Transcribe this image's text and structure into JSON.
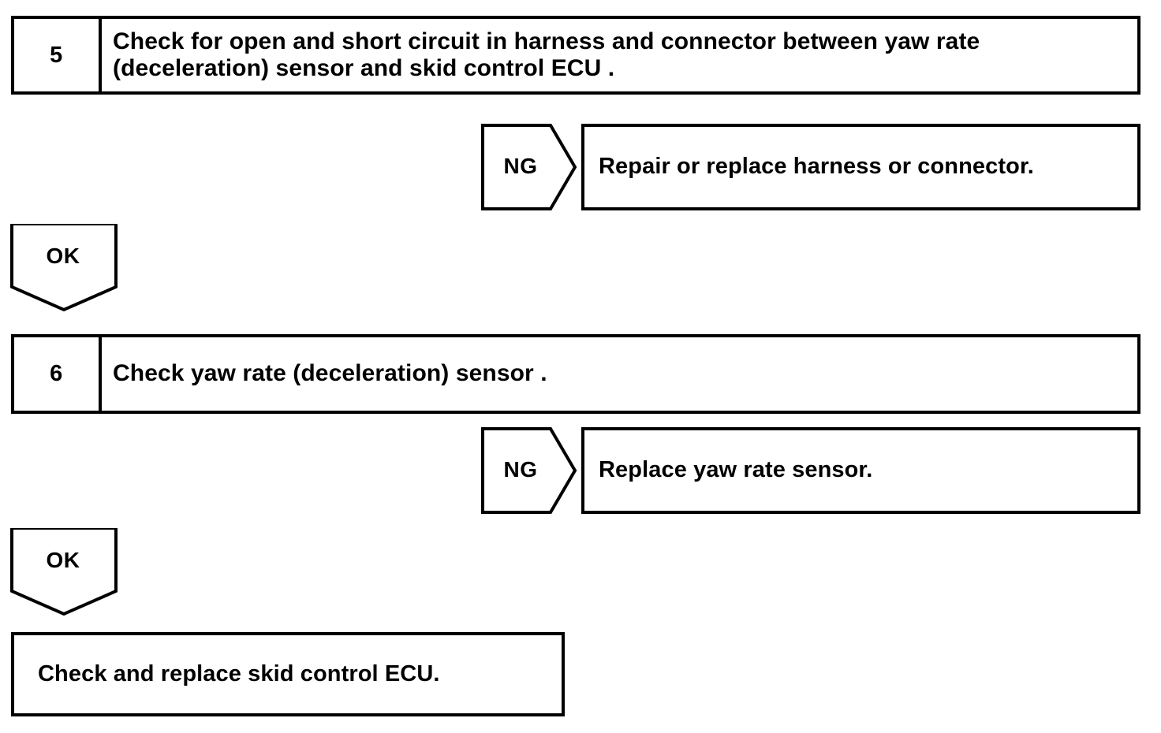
{
  "diagram": {
    "type": "troubleshooting-flowchart",
    "line_color": "#000000",
    "background_color": "#ffffff",
    "steps": [
      {
        "id": "step-5",
        "number": "5",
        "text": "Check for open and short circuit in harness and connector between yaw rate (deceleration) sensor and skid control ECU ."
      },
      {
        "id": "step-6",
        "number": "6",
        "text": "Check yaw rate (deceleration) sensor ."
      }
    ],
    "branches": [
      {
        "id": "branch-ng-1",
        "label": "NG",
        "direction": "right",
        "result_text": "Repair or replace harness or connector."
      },
      {
        "id": "branch-ng-2",
        "label": "NG",
        "direction": "right",
        "result_text": "Replace yaw rate sensor."
      }
    ],
    "ok_connectors": [
      {
        "id": "ok-connector-1",
        "label": "OK",
        "direction": "down"
      },
      {
        "id": "ok-connector-2",
        "label": "OK",
        "direction": "down"
      }
    ],
    "final": {
      "id": "final-action",
      "text": "Check and replace skid control ECU."
    }
  }
}
